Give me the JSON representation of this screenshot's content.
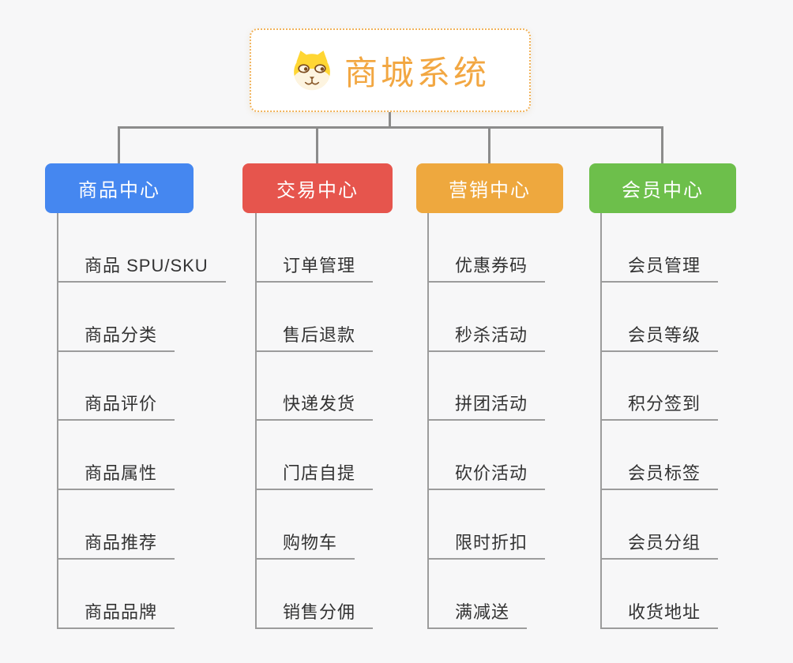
{
  "root": {
    "title": "商城系统",
    "icon": "dog-face-icon"
  },
  "branches": [
    {
      "label": "商品中心",
      "color": "#4587F0",
      "items": [
        "商品 SPU/SKU",
        "商品分类",
        "商品评价",
        "商品属性",
        "商品推荐",
        "商品品牌"
      ]
    },
    {
      "label": "交易中心",
      "color": "#E6554D",
      "items": [
        "订单管理",
        "售后退款",
        "快递发货",
        "门店自提",
        "购物车",
        "销售分佣"
      ]
    },
    {
      "label": "营销中心",
      "color": "#EEA83E",
      "items": [
        "优惠券码",
        "秒杀活动",
        "拼团活动",
        "砍价活动",
        "限时折扣",
        "满减送"
      ]
    },
    {
      "label": "会员中心",
      "color": "#6DBF4B",
      "items": [
        "会员管理",
        "会员等级",
        "积分签到",
        "会员标签",
        "会员分组",
        "收货地址"
      ]
    }
  ],
  "colors": {
    "background": "#F7F7F8",
    "connector_gray": "#8C8C8C",
    "underline_gray": "#9C9C9C",
    "leaf_text": "#333333",
    "root_text_orange": "#F2A742",
    "root_border_orange": "#F1B35C",
    "branch_text": "#FFFFFF"
  }
}
